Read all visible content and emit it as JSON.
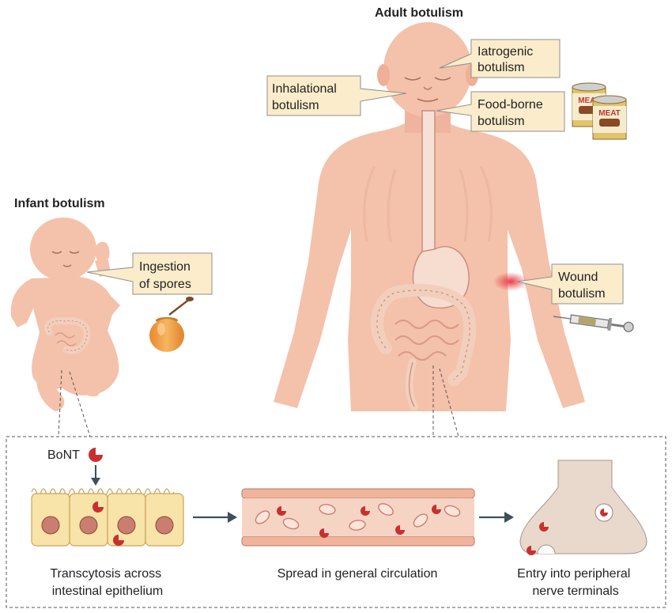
{
  "headings": {
    "adult": "Adult botulism",
    "infant": "Infant botulism"
  },
  "callouts": {
    "iatrogenic": [
      "Iatrogenic",
      "botulism"
    ],
    "inhalational": [
      "Inhalational",
      "botulism"
    ],
    "food_borne": [
      "Food-borne",
      "botulism"
    ],
    "wound": [
      "Wound",
      "botulism"
    ],
    "ingestion": [
      "Ingestion",
      "of spores"
    ]
  },
  "can_label": "MEAT",
  "toxin_label": "BoNT",
  "steps": {
    "transcytosis": [
      "Transcytosis across",
      "intestinal epithelium"
    ],
    "circulation": [
      "Spread in general circulation"
    ],
    "entry": [
      "Entry into peripheral",
      "nerve terminals"
    ]
  },
  "colors": {
    "skin": "#f4c1aa",
    "skin_shadow": "#e9a48c",
    "callout_fill": "#fbeccb",
    "callout_stroke": "#8f8f8f",
    "toxin": "#c8302f",
    "vessel": "#f0b49c",
    "epithelium": "#f8e3a8",
    "nucleus": "#c97e70",
    "honey": "#f0a24a",
    "arrow": "#3f4f5a"
  },
  "icons": [
    "honey-jar-icon",
    "syringe-icon",
    "meat-can-icon",
    "toxin-icon"
  ]
}
